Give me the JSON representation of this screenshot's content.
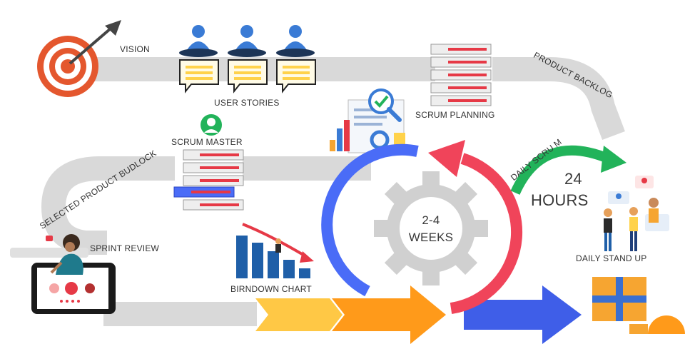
{
  "labels": {
    "vision": "VISION",
    "user_stories": "USER STORIES",
    "product_backlog": "PRODUCT BACKLOG",
    "scrum_planning": "SCRUM PLANNING",
    "scrum_master": "SCRUM MASTER",
    "selected_product_budlock": "SELECTED PRODUCT BUDLOCK",
    "daily_scrum": "DAILY SCRU M",
    "hours_value": "24",
    "hours_unit": "HOURS",
    "sprint_review": "SPRINT REVIEW",
    "weeks_value": "2-4",
    "weeks_unit": "WEEKS",
    "daily_stand_up": "DAILY STAND UP",
    "burndown_chart": "BIRNDOWN CHART"
  },
  "colors": {
    "road": "#d9d9d9",
    "target_red": "#e4572e",
    "user_blue": "#3a7bd5",
    "card_yellow": "#ffd24a",
    "list_red": "#e63946",
    "cycle_blue": "#4a6cf7",
    "cycle_red": "#f0445a",
    "daily_green": "#22b35a",
    "gear_gray": "#d0d0d0",
    "arrow_yellow": "#ffc845",
    "arrow_orange": "#ff9a1a",
    "arrow_blue": "#3f5ee8",
    "box_orange": "#f6a531",
    "bar_blue": "#1f5fa8"
  },
  "icons": [
    "target-icon",
    "user-story-icon",
    "document-search-icon",
    "scrum-master-icon",
    "team-icon",
    "tablet-review-icon",
    "gear-icon",
    "gift-box-icon"
  ]
}
